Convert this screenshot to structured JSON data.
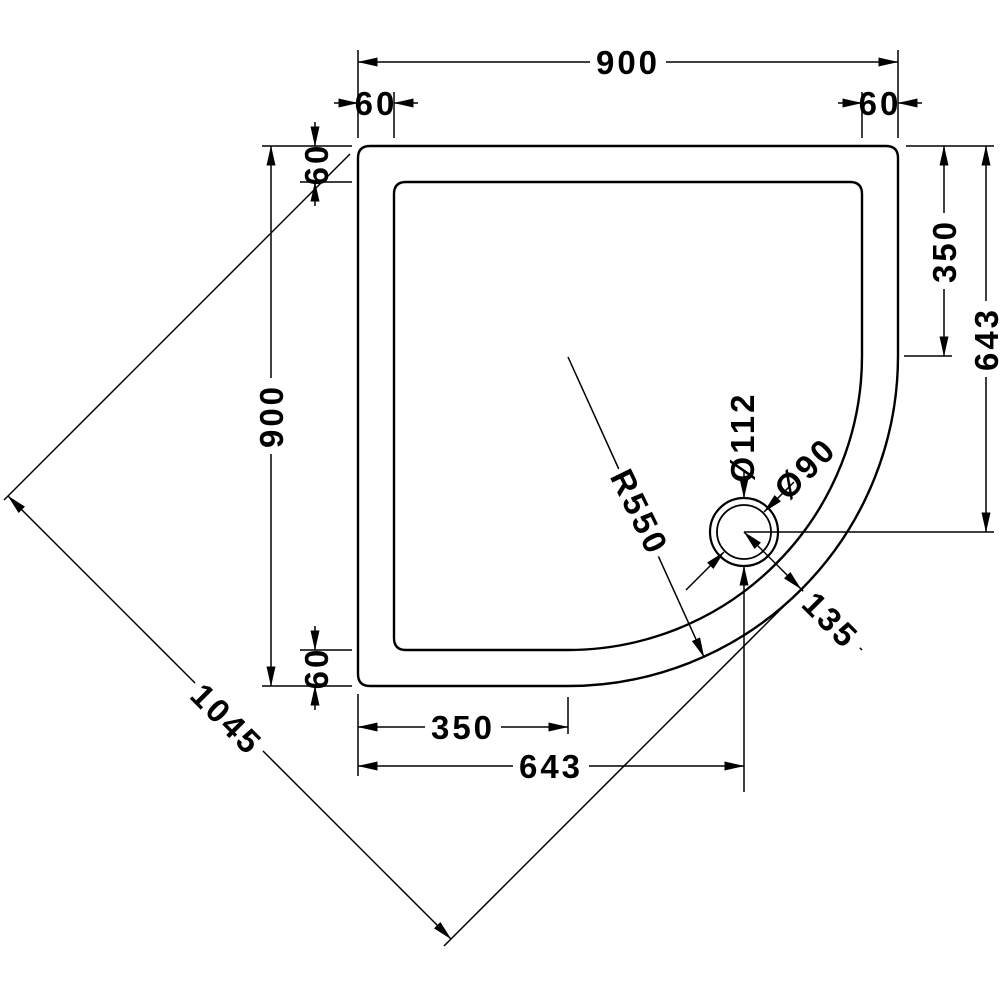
{
  "drawing": {
    "title": "Quadrant shower tray technical drawing (plan view)",
    "background_color": "#ffffff",
    "line_color": "#000000",
    "dims": {
      "top_width": "900",
      "top_rim_left": "60",
      "top_rim_right": "60",
      "left_depth": "900",
      "left_rim_top": "60",
      "left_rim_bottom": "60",
      "right_straight": "350",
      "right_waste_offset": "643",
      "bottom_straight": "350",
      "bottom_waste_offset": "643",
      "diagonal": "1045",
      "corner_radius": "R550",
      "waste_outer_dia": "Ø112",
      "waste_inner_dia": "Ø90",
      "waste_to_edge": "135"
    }
  }
}
